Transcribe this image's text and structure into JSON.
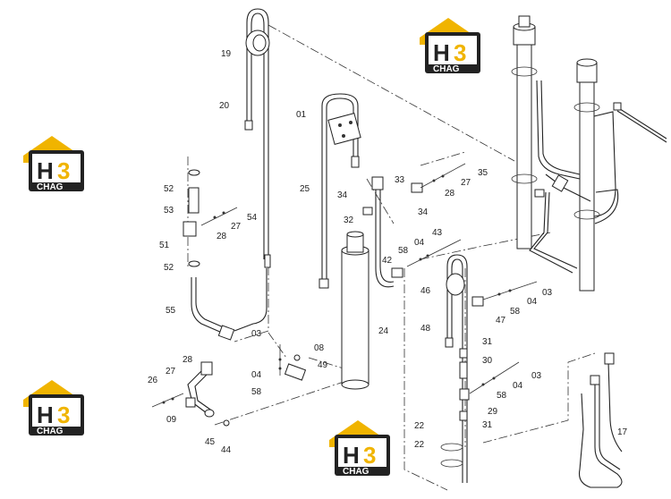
{
  "logo": {
    "main": "H",
    "accent": "3",
    "sub": "CHAG",
    "colors": {
      "accent": "#f0b400",
      "dark": "#222222"
    }
  },
  "labels": [
    {
      "id": "l19",
      "text": "19"
    },
    {
      "id": "l20",
      "text": "20"
    },
    {
      "id": "l52a",
      "text": "52"
    },
    {
      "id": "l53",
      "text": "53"
    },
    {
      "id": "l54",
      "text": "54"
    },
    {
      "id": "l27a",
      "text": "27"
    },
    {
      "id": "l28a",
      "text": "28"
    },
    {
      "id": "l51",
      "text": "51"
    },
    {
      "id": "l52b",
      "text": "52"
    },
    {
      "id": "l55",
      "text": "55"
    },
    {
      "id": "l01",
      "text": "01"
    },
    {
      "id": "l25",
      "text": "25"
    },
    {
      "id": "l34a",
      "text": "34"
    },
    {
      "id": "l33",
      "text": "33"
    },
    {
      "id": "l32",
      "text": "32"
    },
    {
      "id": "l58a",
      "text": "58"
    },
    {
      "id": "l04a",
      "text": "04"
    },
    {
      "id": "l43",
      "text": "43"
    },
    {
      "id": "l42",
      "text": "42"
    },
    {
      "id": "l35",
      "text": "35"
    },
    {
      "id": "l27b",
      "text": "27"
    },
    {
      "id": "l28b",
      "text": "28"
    },
    {
      "id": "l34b",
      "text": "34"
    },
    {
      "id": "l24",
      "text": "24"
    },
    {
      "id": "l46",
      "text": "46"
    },
    {
      "id": "l47",
      "text": "47"
    },
    {
      "id": "l58b",
      "text": "58"
    },
    {
      "id": "l04b",
      "text": "04"
    },
    {
      "id": "l03a",
      "text": "03"
    },
    {
      "id": "l48",
      "text": "48"
    },
    {
      "id": "l31a",
      "text": "31"
    },
    {
      "id": "l30",
      "text": "30"
    },
    {
      "id": "l03b",
      "text": "03"
    },
    {
      "id": "l04c",
      "text": "04"
    },
    {
      "id": "l58c",
      "text": "58"
    },
    {
      "id": "l29",
      "text": "29"
    },
    {
      "id": "l31b",
      "text": "31"
    },
    {
      "id": "l22a",
      "text": "22"
    },
    {
      "id": "l22b",
      "text": "22"
    },
    {
      "id": "l03c",
      "text": "03"
    },
    {
      "id": "l04d",
      "text": "04"
    },
    {
      "id": "l58d",
      "text": "58"
    },
    {
      "id": "l08",
      "text": "08"
    },
    {
      "id": "l49",
      "text": "49"
    },
    {
      "id": "l28c",
      "text": "28"
    },
    {
      "id": "l27c",
      "text": "27"
    },
    {
      "id": "l26",
      "text": "26"
    },
    {
      "id": "l09",
      "text": "09"
    },
    {
      "id": "l45",
      "text": "45"
    },
    {
      "id": "l44",
      "text": "44"
    },
    {
      "id": "l17",
      "text": "17"
    }
  ]
}
